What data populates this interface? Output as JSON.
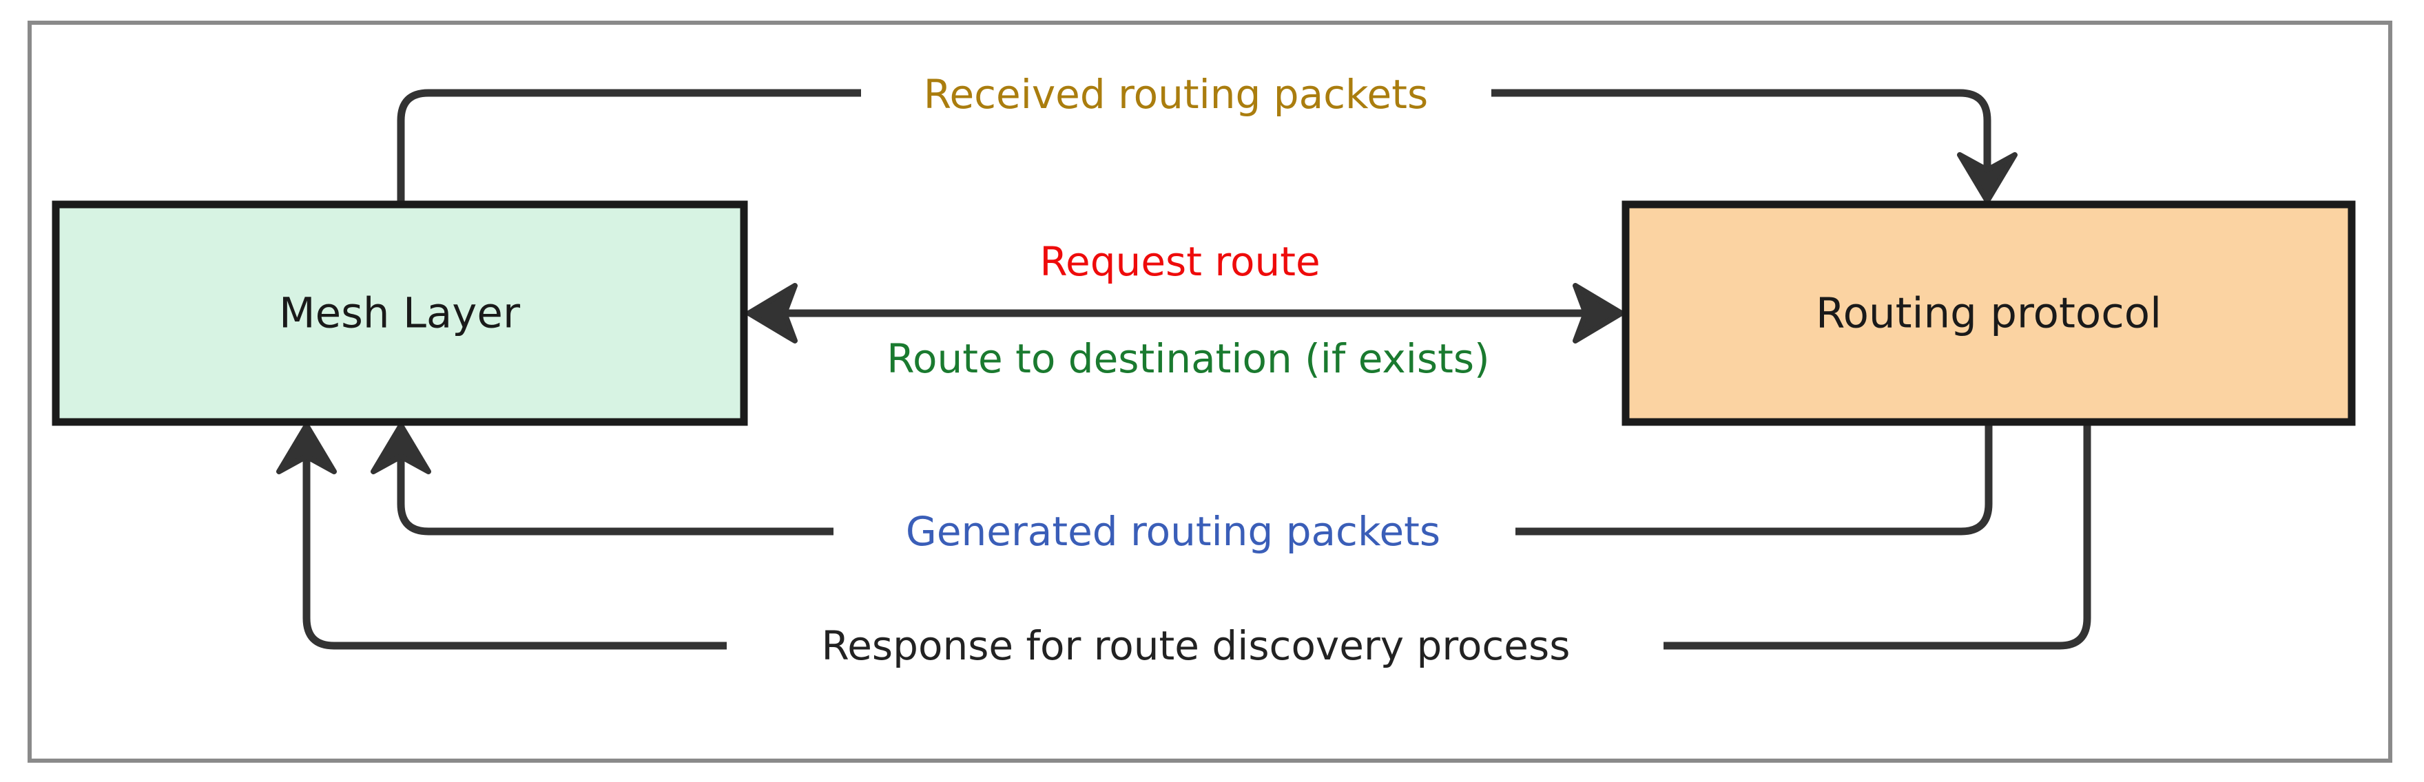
{
  "diagram": {
    "frame_color": "#8a8a8a",
    "line_color": "#333333",
    "label_background": "#ffffff",
    "nodes": {
      "mesh": {
        "label": "Mesh Layer",
        "fill": "#d7f3e3",
        "border": "#1b1b1b",
        "text_color": "#1a1a1a"
      },
      "routing": {
        "label": "Routing protocol",
        "fill": "#fbd3a2",
        "border": "#1b1b1b",
        "text_color": "#1a1a1a"
      }
    },
    "edges": {
      "received": {
        "label": "Received routing packets",
        "color": "#aa7d0e",
        "from": "Mesh Layer",
        "to": "Routing protocol"
      },
      "request": {
        "label": "Request route",
        "color": "#ee0b0b",
        "from": "Mesh Layer",
        "to": "Routing protocol"
      },
      "route_to_destination": {
        "label": "Route to destination (if exists)",
        "color": "#1a7a2f",
        "from": "Routing protocol",
        "to": "Mesh Layer"
      },
      "generated": {
        "label": "Generated routing packets",
        "color": "#3a5eb8",
        "from": "Routing protocol",
        "to": "Mesh Layer"
      },
      "response": {
        "label": "Response for route discovery process",
        "color": "#222222",
        "from": "Routing protocol",
        "to": "Mesh Layer"
      }
    }
  }
}
